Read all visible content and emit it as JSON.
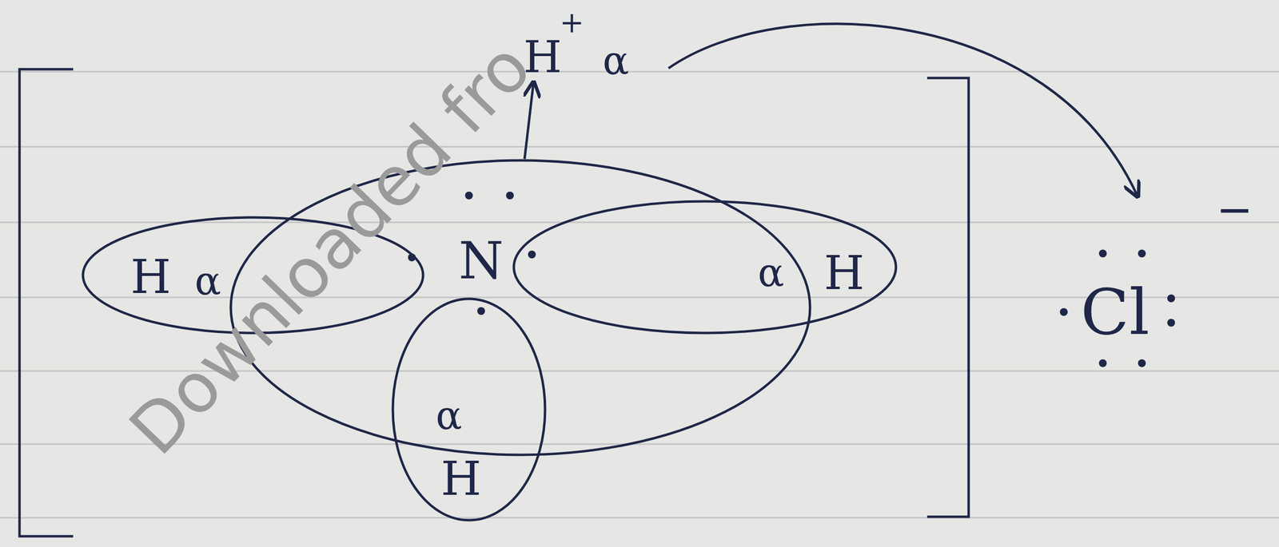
{
  "diagram": {
    "nodes": [
      {
        "text": [
          "H",
          "α"
        ]
      },
      {
        "text": [
          "N"
        ]
      },
      {
        "text": [
          "α",
          "H"
        ]
      },
      {
        "text": [
          "α",
          "H"
        ]
      }
    ],
    "labels": [
      "Downloaded fro",
      "H",
      "+",
      "α",
      "Cl",
      "−"
    ]
  }
}
